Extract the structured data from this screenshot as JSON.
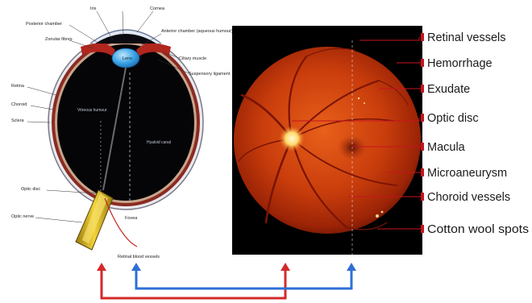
{
  "eye_diagram": {
    "top_labels": {
      "iris": "Iris",
      "cornea": "Cornea",
      "posterior_chamber": "Posterior chamber",
      "zonular_fibres": "Zonular fibres",
      "anterior_chamber": "Anterior chamber (aqueous humour)",
      "lens": "Lens",
      "ciliary_muscle": "Ciliary muscle",
      "suspensory_ligament": "Suspensory ligament"
    },
    "side_labels": {
      "retina": "Retina",
      "choroid": "Choroid",
      "sclera": "Sclera",
      "optic_disc": "Optic disc",
      "optic_nerve": "Optic nerve"
    },
    "inner_labels": {
      "vitreous_humour": "Vitreous humour",
      "hyaloid_canal": "Hyaloid canal"
    },
    "bottom_labels": {
      "fovea": "Fovea",
      "retinal_blood_vessels": "Retinal blood vessels"
    }
  },
  "fundus_labels": [
    "Retinal vessels",
    "Hemorrhage",
    "Exudate",
    "Optic disc",
    "Macula",
    "Microaneurysm",
    "Choroid vessels",
    "Cotton wool spots"
  ],
  "colors": {
    "red_connector": "#d42a2a",
    "blue_connector": "#2f6fd6",
    "fundus_base": "#c4350c",
    "label_tick": "#c8131f"
  }
}
